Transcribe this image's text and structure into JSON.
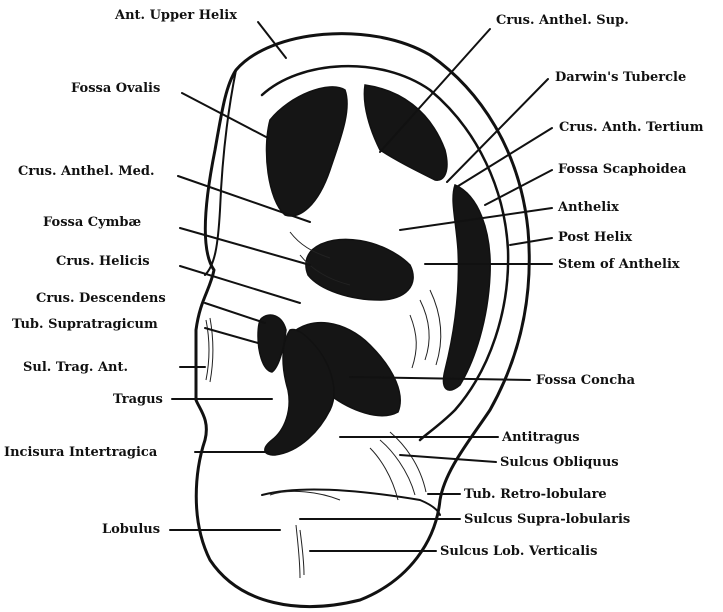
{
  "labels": {
    "ant_upper_helix": "Ant. Upper Helix",
    "fossa_ovalis": "Fossa Ovalis",
    "crus_anthel_med": "Crus. Anthel. Med.",
    "fossa_cymbae": "Fossa Cymbæ",
    "crus_helicis": "Crus. Helicis",
    "crus_descendens": "Crus. Descendens",
    "tub_supratragicum": "Tub. Supratragicum",
    "sul_trag_ant": "Sul. Trag. Ant.",
    "tragus": "Tragus",
    "incisura_intertragica": "Incisura Intertragica",
    "lobulus": "Lobulus",
    "crus_anthel_sup": "Crus. Anthel. Sup.",
    "darwins_tubercle": "Darwin's Tubercle",
    "crus_anth_tertium": "Crus. Anth. Tertium",
    "fossa_scaphoidea": "Fossa Scaphoidea",
    "anthelix": "Anthelix",
    "post_helix": "Post Helix",
    "stem_of_anthelix": "Stem of Anthelix",
    "fossa_concha": "Fossa Concha",
    "antitragus": "Antitragus",
    "sulcus_obliquus": "Sulcus Obliquus",
    "tub_retro_lobulare": "Tub. Retro-lobulare",
    "sulcus_supra_lobularis": "Sulcus Supra-lobularis",
    "sulcus_lob_verticalis": "Sulcus Lob. Verticalis"
  }
}
